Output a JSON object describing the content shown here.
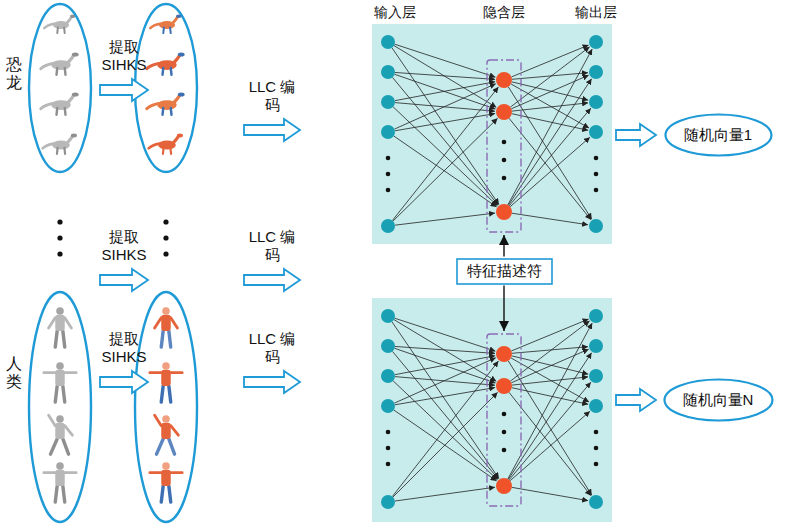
{
  "diagram": {
    "nodes": [
      {
        "text": [
          "恐龙"
        ]
      },
      {
        "text": [
          "人类"
        ]
      },
      {
        "text": [
          "特征描述符"
        ]
      },
      {
        "text": [
          "随机向量1"
        ]
      },
      {
        "text": [
          "随机向量N"
        ]
      }
    ],
    "labels": [
      "输入层",
      "隐含层",
      "输出层",
      "提取 SIHKS",
      "LLC 编码",
      "提取 SIHKS",
      "LLC 编码",
      "提取 SIHKS",
      "LLC 编码"
    ]
  }
}
